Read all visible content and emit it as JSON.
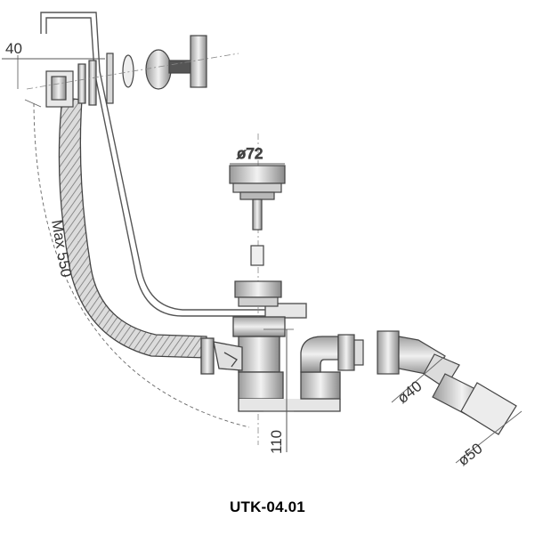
{
  "dimensions": {
    "overflow_offset": "40",
    "max_length": "Max 550",
    "waste_diameter": "ø72",
    "outlet_diameter_small": "ø40",
    "outlet_diameter_large": "ø50",
    "height": "110"
  },
  "product_code": "UTK-04.01"
}
